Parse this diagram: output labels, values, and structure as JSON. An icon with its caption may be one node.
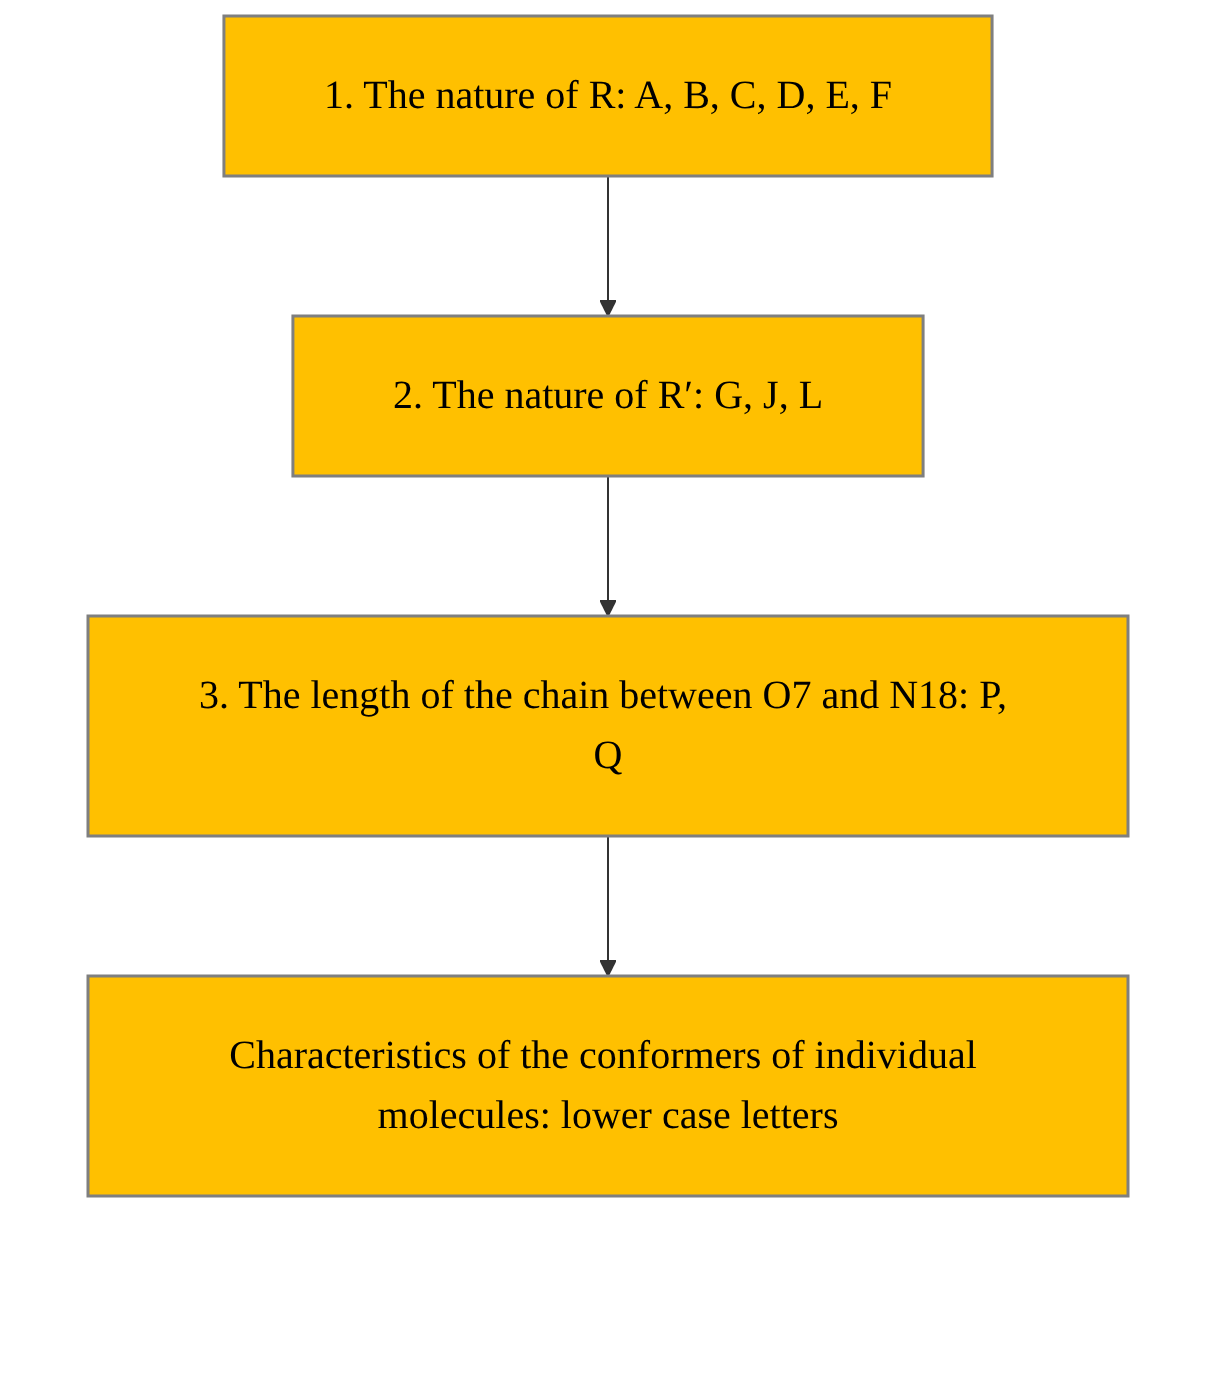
{
  "diagram": {
    "nodes": [
      {
        "text": [
          "1. The nature of R: A, B, C, D, E, F"
        ]
      },
      {
        "text": [
          "2. The nature of R′: G, J, L"
        ]
      },
      {
        "text": [
          "3. The length of the chain between O7 and N18: P, Q"
        ]
      },
      {
        "text": [
          "Characteristics of the conformers of individual molecules: lower case letters"
        ]
      }
    ],
    "edges": [
      {
        "from": 0,
        "to": 1,
        "arrow": "to"
      },
      {
        "from": 1,
        "to": 2,
        "arrow": "to"
      },
      {
        "from": 2,
        "to": 3,
        "arrow": "to"
      }
    ]
  }
}
